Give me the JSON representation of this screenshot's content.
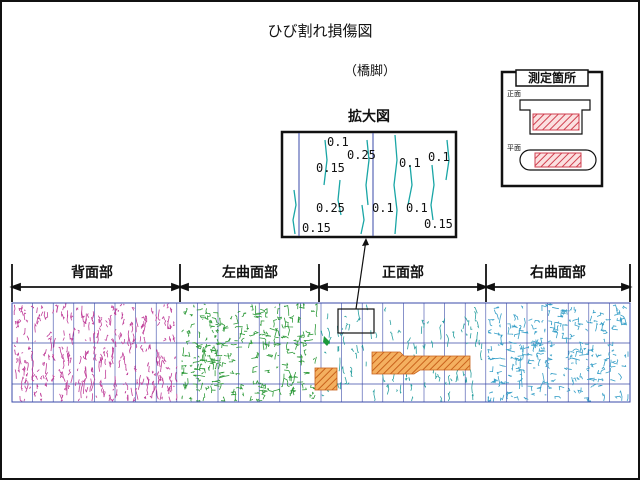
{
  "title": "ひび割れ損傷図",
  "subtitle": "（橋脚）",
  "zoom": {
    "label": "拡大図",
    "values": [
      "0.1",
      "0.25",
      "0.15",
      "0.1",
      "0.1",
      "0.25",
      "0.1",
      "0.1",
      "0.15",
      "0.15"
    ]
  },
  "legend": {
    "title": "測定箇所",
    "front_label": "正面",
    "plan_label": "平面"
  },
  "sections": [
    "背面部",
    "左曲面部",
    "正面部",
    "右曲面部"
  ],
  "colors": {
    "back": "#c0409a",
    "left": "#2e9a3a",
    "front": "#2aa0a0",
    "right": "#39a0c8",
    "grid": "#3a4aa8",
    "hatch": "#e08a2e",
    "legend_hatch": "#d04050"
  }
}
